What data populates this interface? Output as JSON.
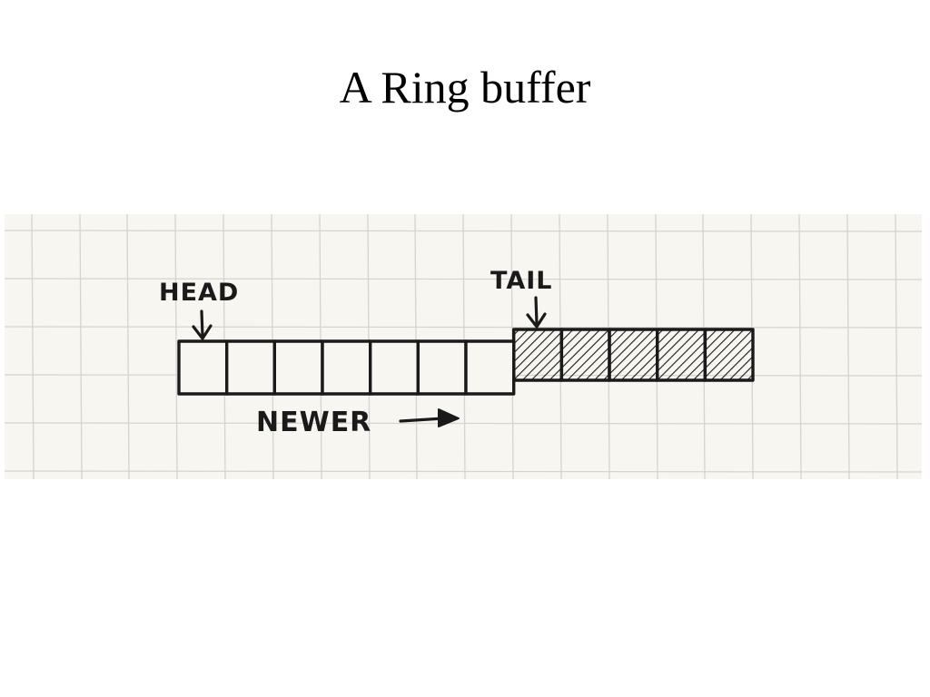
{
  "slide": {
    "title": "A Ring buffer"
  },
  "diagram": {
    "paper_color": "#f7f6f0",
    "grid_color": "#d4d4d0",
    "ink_color": "#1a1a1a",
    "slot_count": 12,
    "filled_slot_count": 5,
    "labels": {
      "head": "HEAD",
      "tail": "TAIL",
      "direction": "NEWER"
    }
  }
}
